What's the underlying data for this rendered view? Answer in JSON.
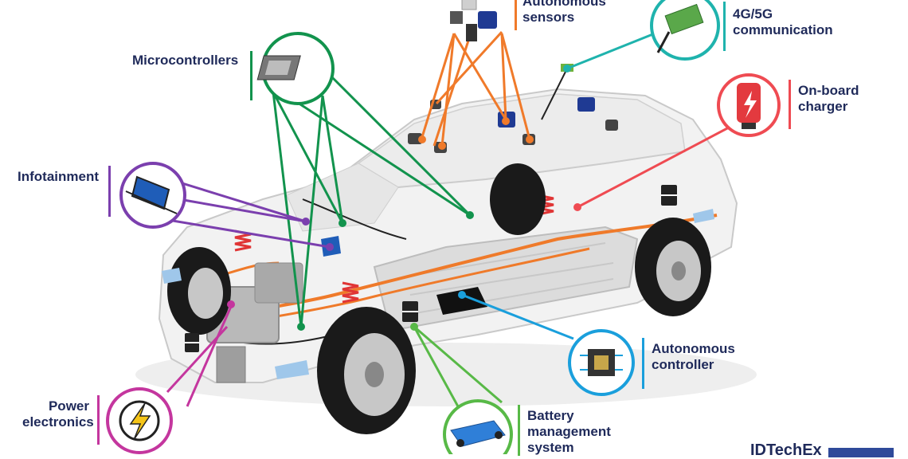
{
  "labels": {
    "autonomous_sensors": "Autonomous\nsensors",
    "communication": "4G/5G\ncommunication",
    "microcontrollers": "Microcontrollers",
    "onboard_charger": "On-board\ncharger",
    "infotainment": "Infotainment",
    "autonomous_controller": "Autonomous\ncontroller",
    "power_electronics": "Power\nelectronics",
    "battery_management": "Battery\nmanagement\nsystem"
  },
  "brand": "IDTechEx",
  "colors": {
    "sensors": "#f07a2a",
    "communication": "#1fb3ad",
    "microcontrollers": "#12934d",
    "charger": "#ef4b52",
    "infotainment": "#7b3fae",
    "controller": "#1a9fdc",
    "power": "#c4369e",
    "battery": "#58b947",
    "label_text": "#1f2a5a"
  }
}
